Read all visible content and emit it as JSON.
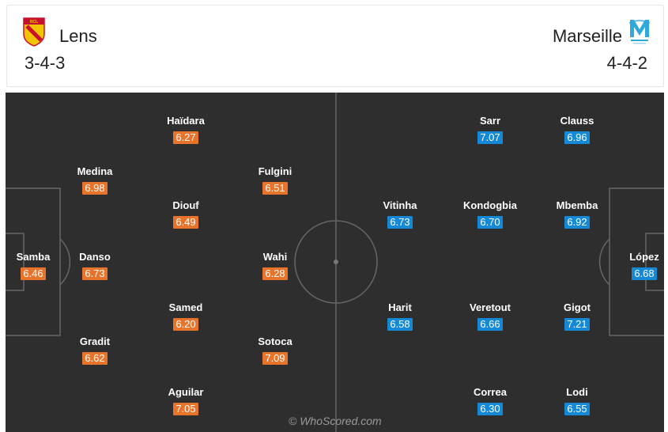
{
  "header": {
    "home": {
      "name": "Lens",
      "formation": "3-4-3",
      "logo_text": "RCL"
    },
    "away": {
      "name": "Marseille",
      "formation": "4-4-2"
    }
  },
  "colors": {
    "home_rating_bg": "#e8742b",
    "away_rating_bg": "#1589d6",
    "pitch": "#2e2e2e"
  },
  "home_players": [
    {
      "name": "Samba",
      "rating": "6.46"
    },
    {
      "name": "Medina",
      "rating": "6.98"
    },
    {
      "name": "Danso",
      "rating": "6.73"
    },
    {
      "name": "Gradit",
      "rating": "6.62"
    },
    {
      "name": "Haïdara",
      "rating": "6.27"
    },
    {
      "name": "Diouf",
      "rating": "6.49"
    },
    {
      "name": "Samed",
      "rating": "6.20"
    },
    {
      "name": "Aguilar",
      "rating": "7.05"
    },
    {
      "name": "Fulgini",
      "rating": "6.51"
    },
    {
      "name": "Wahi",
      "rating": "6.28"
    },
    {
      "name": "Sotoca",
      "rating": "7.09"
    }
  ],
  "away_players": [
    {
      "name": "López",
      "rating": "6.68"
    },
    {
      "name": "Clauss",
      "rating": "6.96"
    },
    {
      "name": "Mbemba",
      "rating": "6.92"
    },
    {
      "name": "Gigot",
      "rating": "7.21"
    },
    {
      "name": "Lodi",
      "rating": "6.55"
    },
    {
      "name": "Sarr",
      "rating": "7.07"
    },
    {
      "name": "Kondogbia",
      "rating": "6.70"
    },
    {
      "name": "Veretout",
      "rating": "6.66"
    },
    {
      "name": "Correa",
      "rating": "6.30"
    },
    {
      "name": "Vitinha",
      "rating": "6.73"
    },
    {
      "name": "Harit",
      "rating": "6.58"
    }
  ],
  "watermark": "© WhoScored.com"
}
